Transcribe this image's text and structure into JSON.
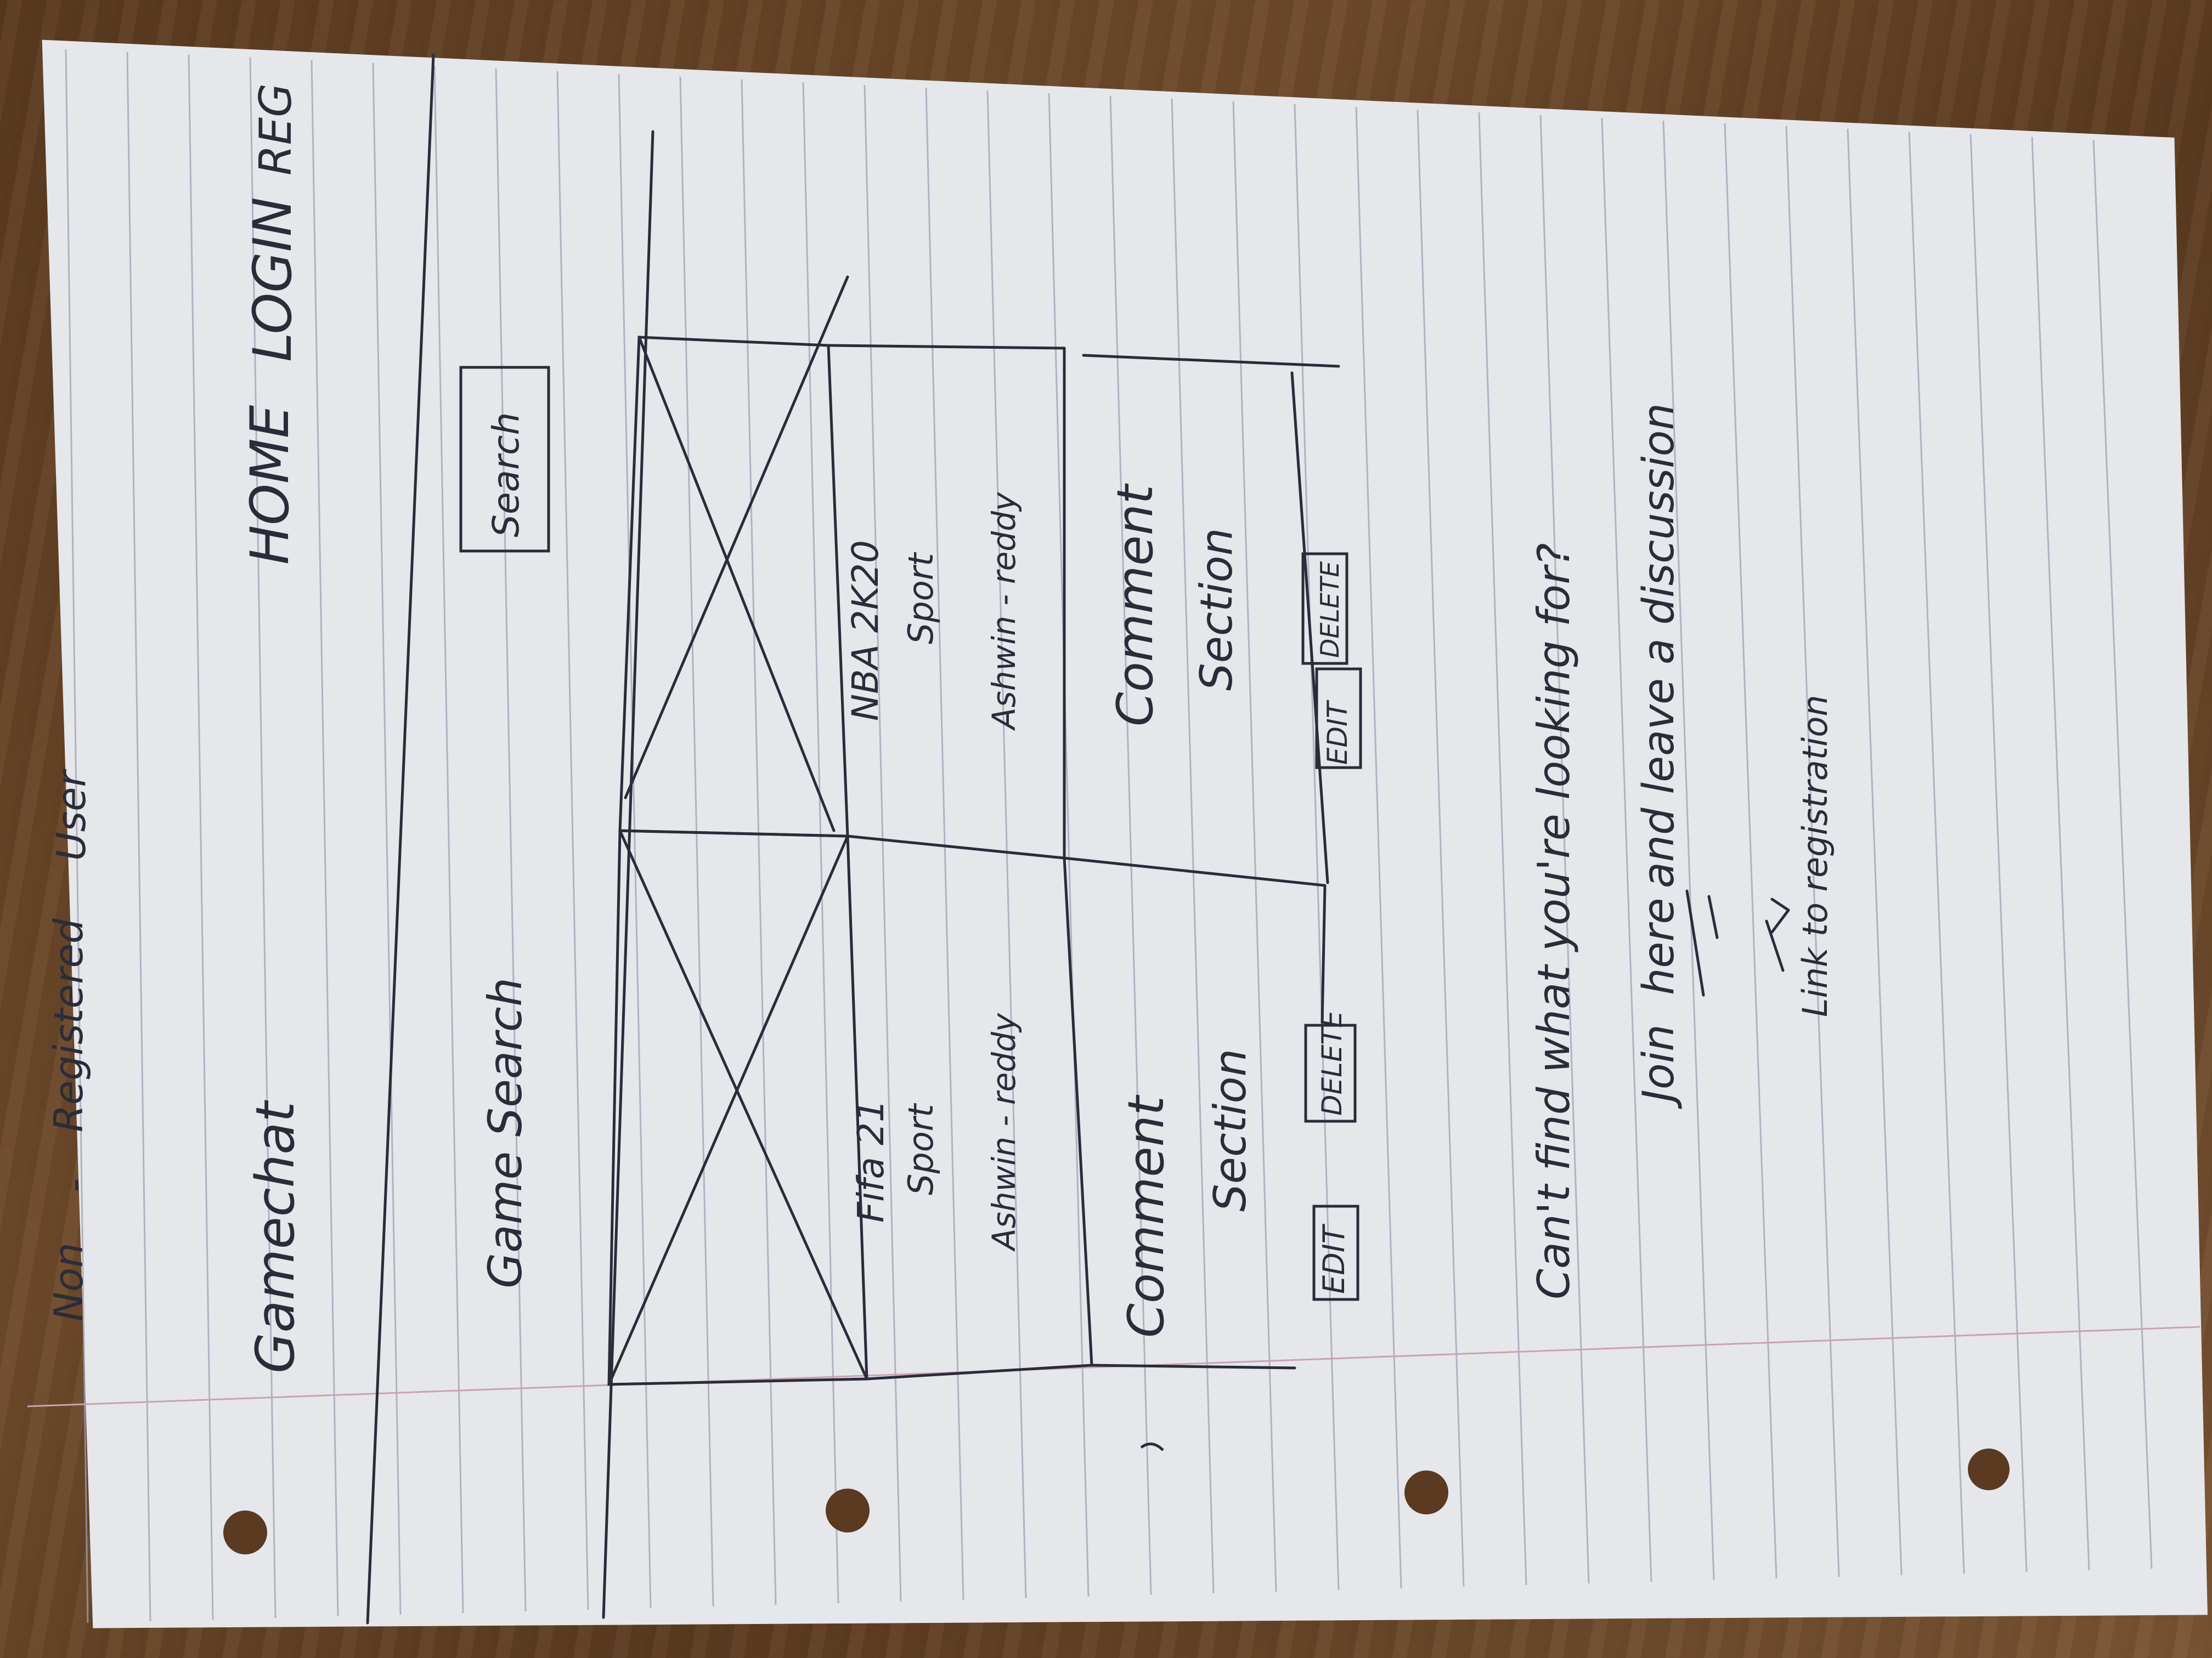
{
  "note": {
    "heading_left": "Non",
    "heading_dash": "-",
    "heading_mid": "Registered",
    "heading_right": "User"
  },
  "header": {
    "logo": "Gamechat",
    "nav": [
      "HOME",
      "LOGIN",
      "REG"
    ]
  },
  "search": {
    "label": "Game Search",
    "button": "Search"
  },
  "cards": [
    {
      "line1": "Fifa 21",
      "line2": "Sport",
      "line3": "Ashwin - reddy",
      "comment_line1": "Comment",
      "comment_line2": "Section",
      "edit": "EDIT",
      "delete": "DELETE"
    },
    {
      "line1": "NBA 2K20",
      "line2": "Sport",
      "line3": "Ashwin - reddy",
      "comment_line1": "Comment",
      "comment_line2": "Section",
      "edit": "EDIT",
      "delete": "DELETE"
    }
  ],
  "notes": {
    "line1": "Can't find what you're looking for?",
    "line2_a": "Join",
    "line2_b": "here",
    "line2_c": "and leave a discussion",
    "line3": "Link to registration"
  },
  "colors": {
    "ink": "#2b2c3a",
    "paper": "#e6e7ea",
    "rule_line": "#9ea1b6",
    "margin_line": "#c9a2b4",
    "desk": "#5f3f24"
  }
}
